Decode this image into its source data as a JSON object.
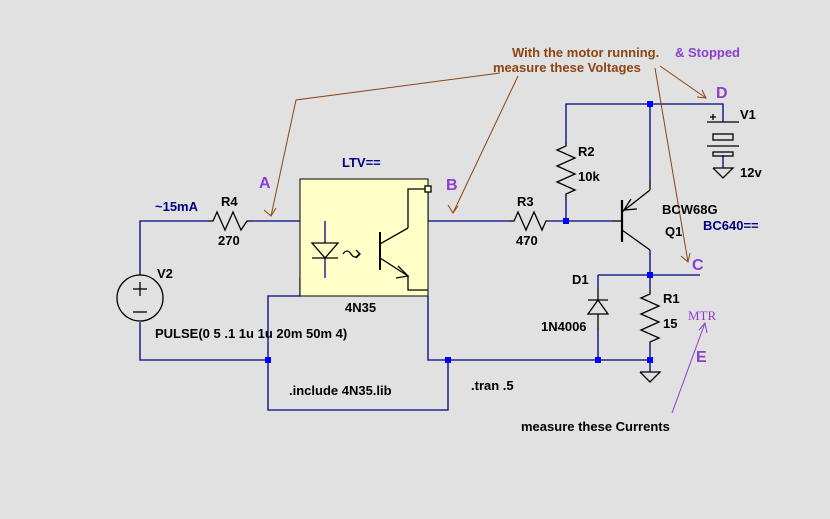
{
  "annotations": {
    "voltages_line1": "With the motor running.",
    "voltages_line2": "measure these Voltages",
    "stopped": "& Stopped",
    "currents": "measure these Currents"
  },
  "nodes": {
    "A": "A",
    "B": "B",
    "C": "C",
    "D": "D",
    "E": "E"
  },
  "labels": {
    "current_note": "~15mA",
    "ltv": "LTV==",
    "bc640": "BC640==",
    "mtr": "MTR"
  },
  "components": {
    "r4": {
      "name": "R4",
      "value": "270"
    },
    "r3": {
      "name": "R3",
      "value": "470"
    },
    "r2": {
      "name": "R2",
      "value": "10k"
    },
    "r1": {
      "name": "R1",
      "value": "15"
    },
    "d1": {
      "name": "D1",
      "value": "1N4006"
    },
    "q1": {
      "name": "Q1",
      "value": "BCW68G"
    },
    "v1": {
      "name": "V1",
      "value": "12v"
    },
    "v2": {
      "name": "V2",
      "value": "PULSE(0 5 .1 1u 1u 20m 50m 4)"
    },
    "opto": {
      "name": "4N35"
    }
  },
  "directives": {
    "include": ".include 4N35.lib",
    "tran": ".tran .5"
  },
  "colors": {
    "background": "#e1e1e1",
    "wire": "#000080",
    "junction": "#0000ff",
    "node_label": "#8a3fd0",
    "annotation": "#8b4513",
    "opto_fill": "#ffffc8",
    "component": "#000000"
  }
}
